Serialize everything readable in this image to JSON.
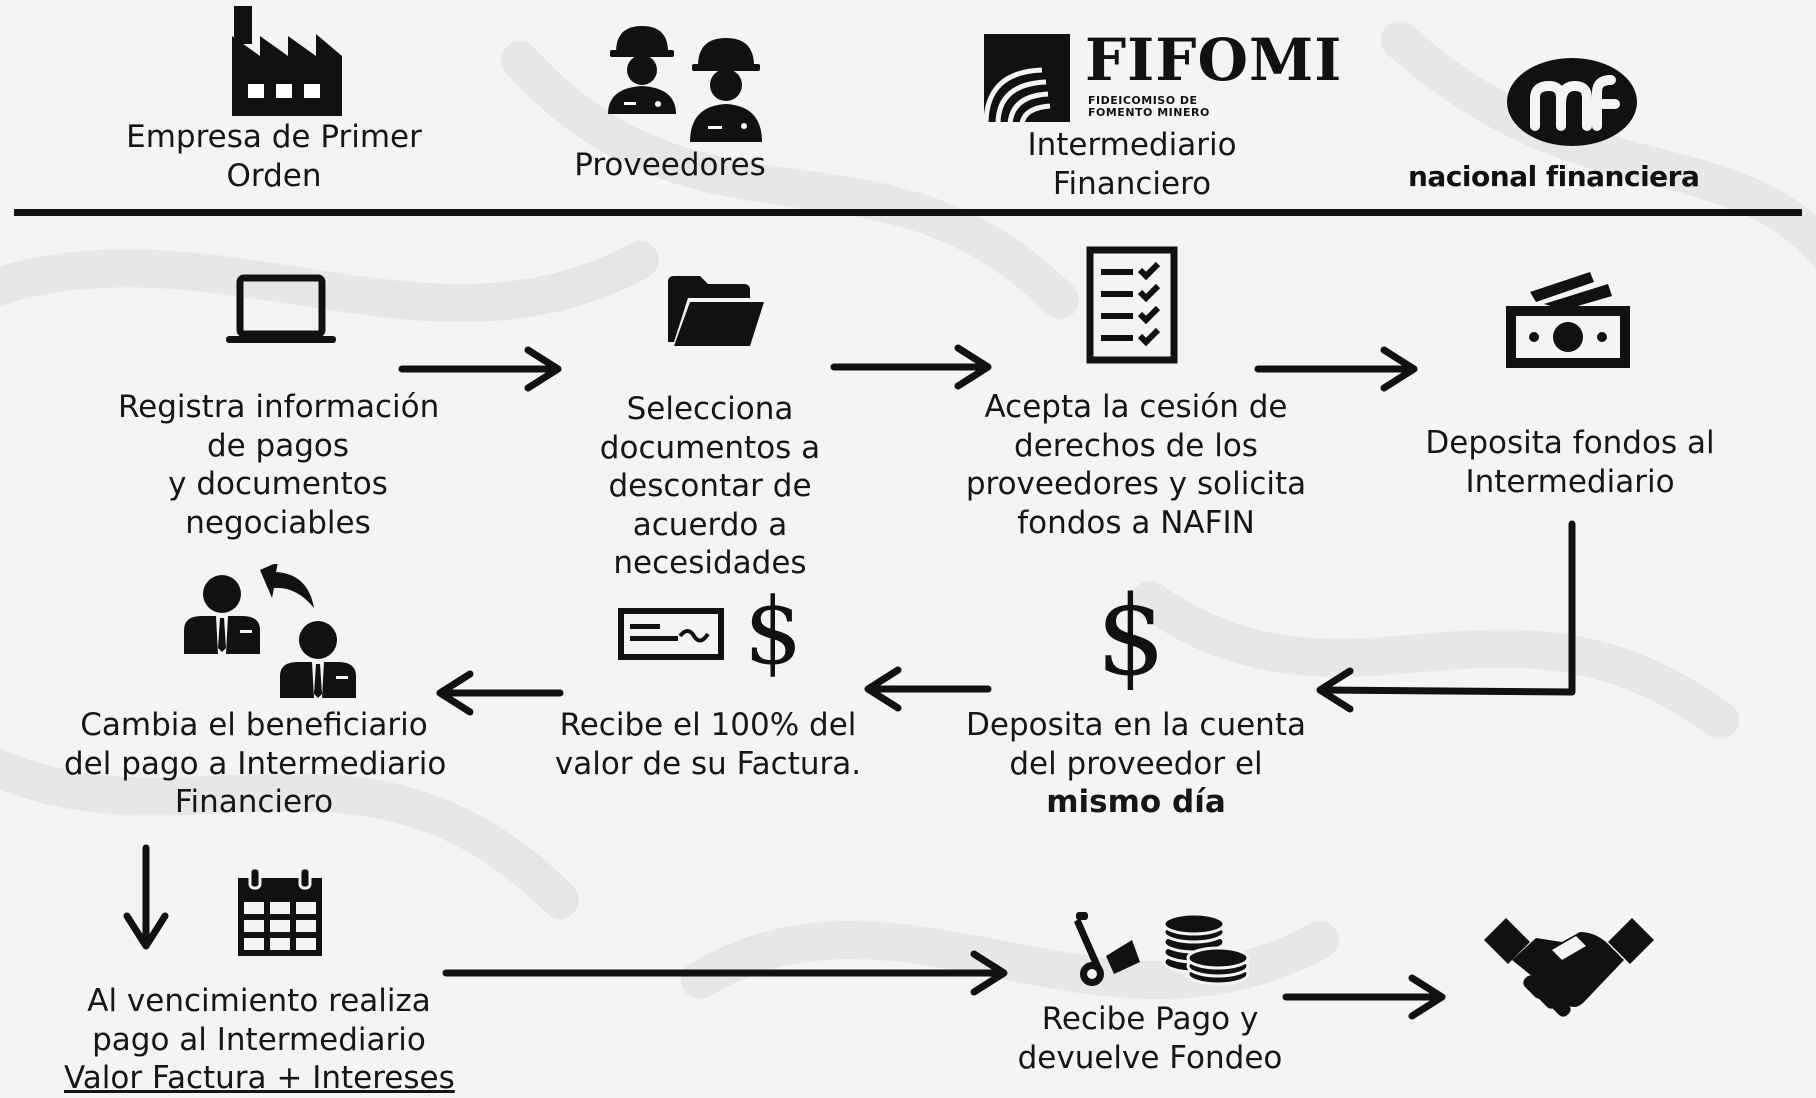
{
  "header": {
    "actors": [
      {
        "label_lines": [
          "Empresa de Primer",
          "Orden"
        ],
        "icon": "factory-icon"
      },
      {
        "label_lines": [
          "Proveedores"
        ],
        "icon": "workers-icon"
      },
      {
        "label_lines": [
          "Intermediario",
          "Financiero"
        ],
        "icon": "fifomi-logo"
      },
      {
        "label_lines": [],
        "icon": "nafin-logo"
      }
    ],
    "fifomi_logo_text": "FIFOMI",
    "fifomi_logo_sub": [
      "FIDEICOMISO DE",
      "FOMENTO MINERO"
    ],
    "nafin_logo_text": "nacional financiera"
  },
  "steps": {
    "registra": {
      "lines": [
        "Registra información",
        "de pagos",
        "y documentos",
        "negociables"
      ],
      "icon": "laptop-icon"
    },
    "selecciona": {
      "lines": [
        "Selecciona",
        "documentos a",
        "descontar de",
        "acuerdo a",
        "necesidades"
      ],
      "icon": "folder-icon"
    },
    "acepta": {
      "lines": [
        "Acepta la cesión de",
        "derechos de los",
        "proveedores y solicita",
        "fondos a NAFIN"
      ],
      "icon": "checklist-icon"
    },
    "deposita_fondos": {
      "lines": [
        "Deposita fondos al",
        "Intermediario"
      ],
      "icon": "cash-icon"
    },
    "deposita_cuenta": {
      "lines": [
        "Deposita en la cuenta",
        "del proveedor el"
      ],
      "bold": "mismo día",
      "icon": "dollar-icon"
    },
    "recibe_100": {
      "lines": [
        "Recibe el 100% del",
        "valor de su Factura."
      ],
      "icons": [
        "check-icon",
        "dollar-icon"
      ]
    },
    "cambia": {
      "lines": [
        "Cambia el beneficiario",
        "del pago a Intermediario",
        "Financiero"
      ],
      "icon": "beneficiary-swap-icon"
    },
    "vencimiento": {
      "lines": [
        "Al vencimiento realiza",
        "pago al Intermediario"
      ],
      "underlined": "Valor Factura + Intereses",
      "icon": "calendar-icon"
    },
    "recibe_pago": {
      "lines": [
        "Recibe Pago y",
        "devuelve Fondeo"
      ],
      "icons": [
        "hand-truck-icon",
        "coins-icon"
      ]
    },
    "final": {
      "icon": "handshake-icon"
    }
  },
  "colors": {
    "ink": "#111111",
    "background": "#f4f4f4",
    "swirl": "#e2e2e2"
  }
}
